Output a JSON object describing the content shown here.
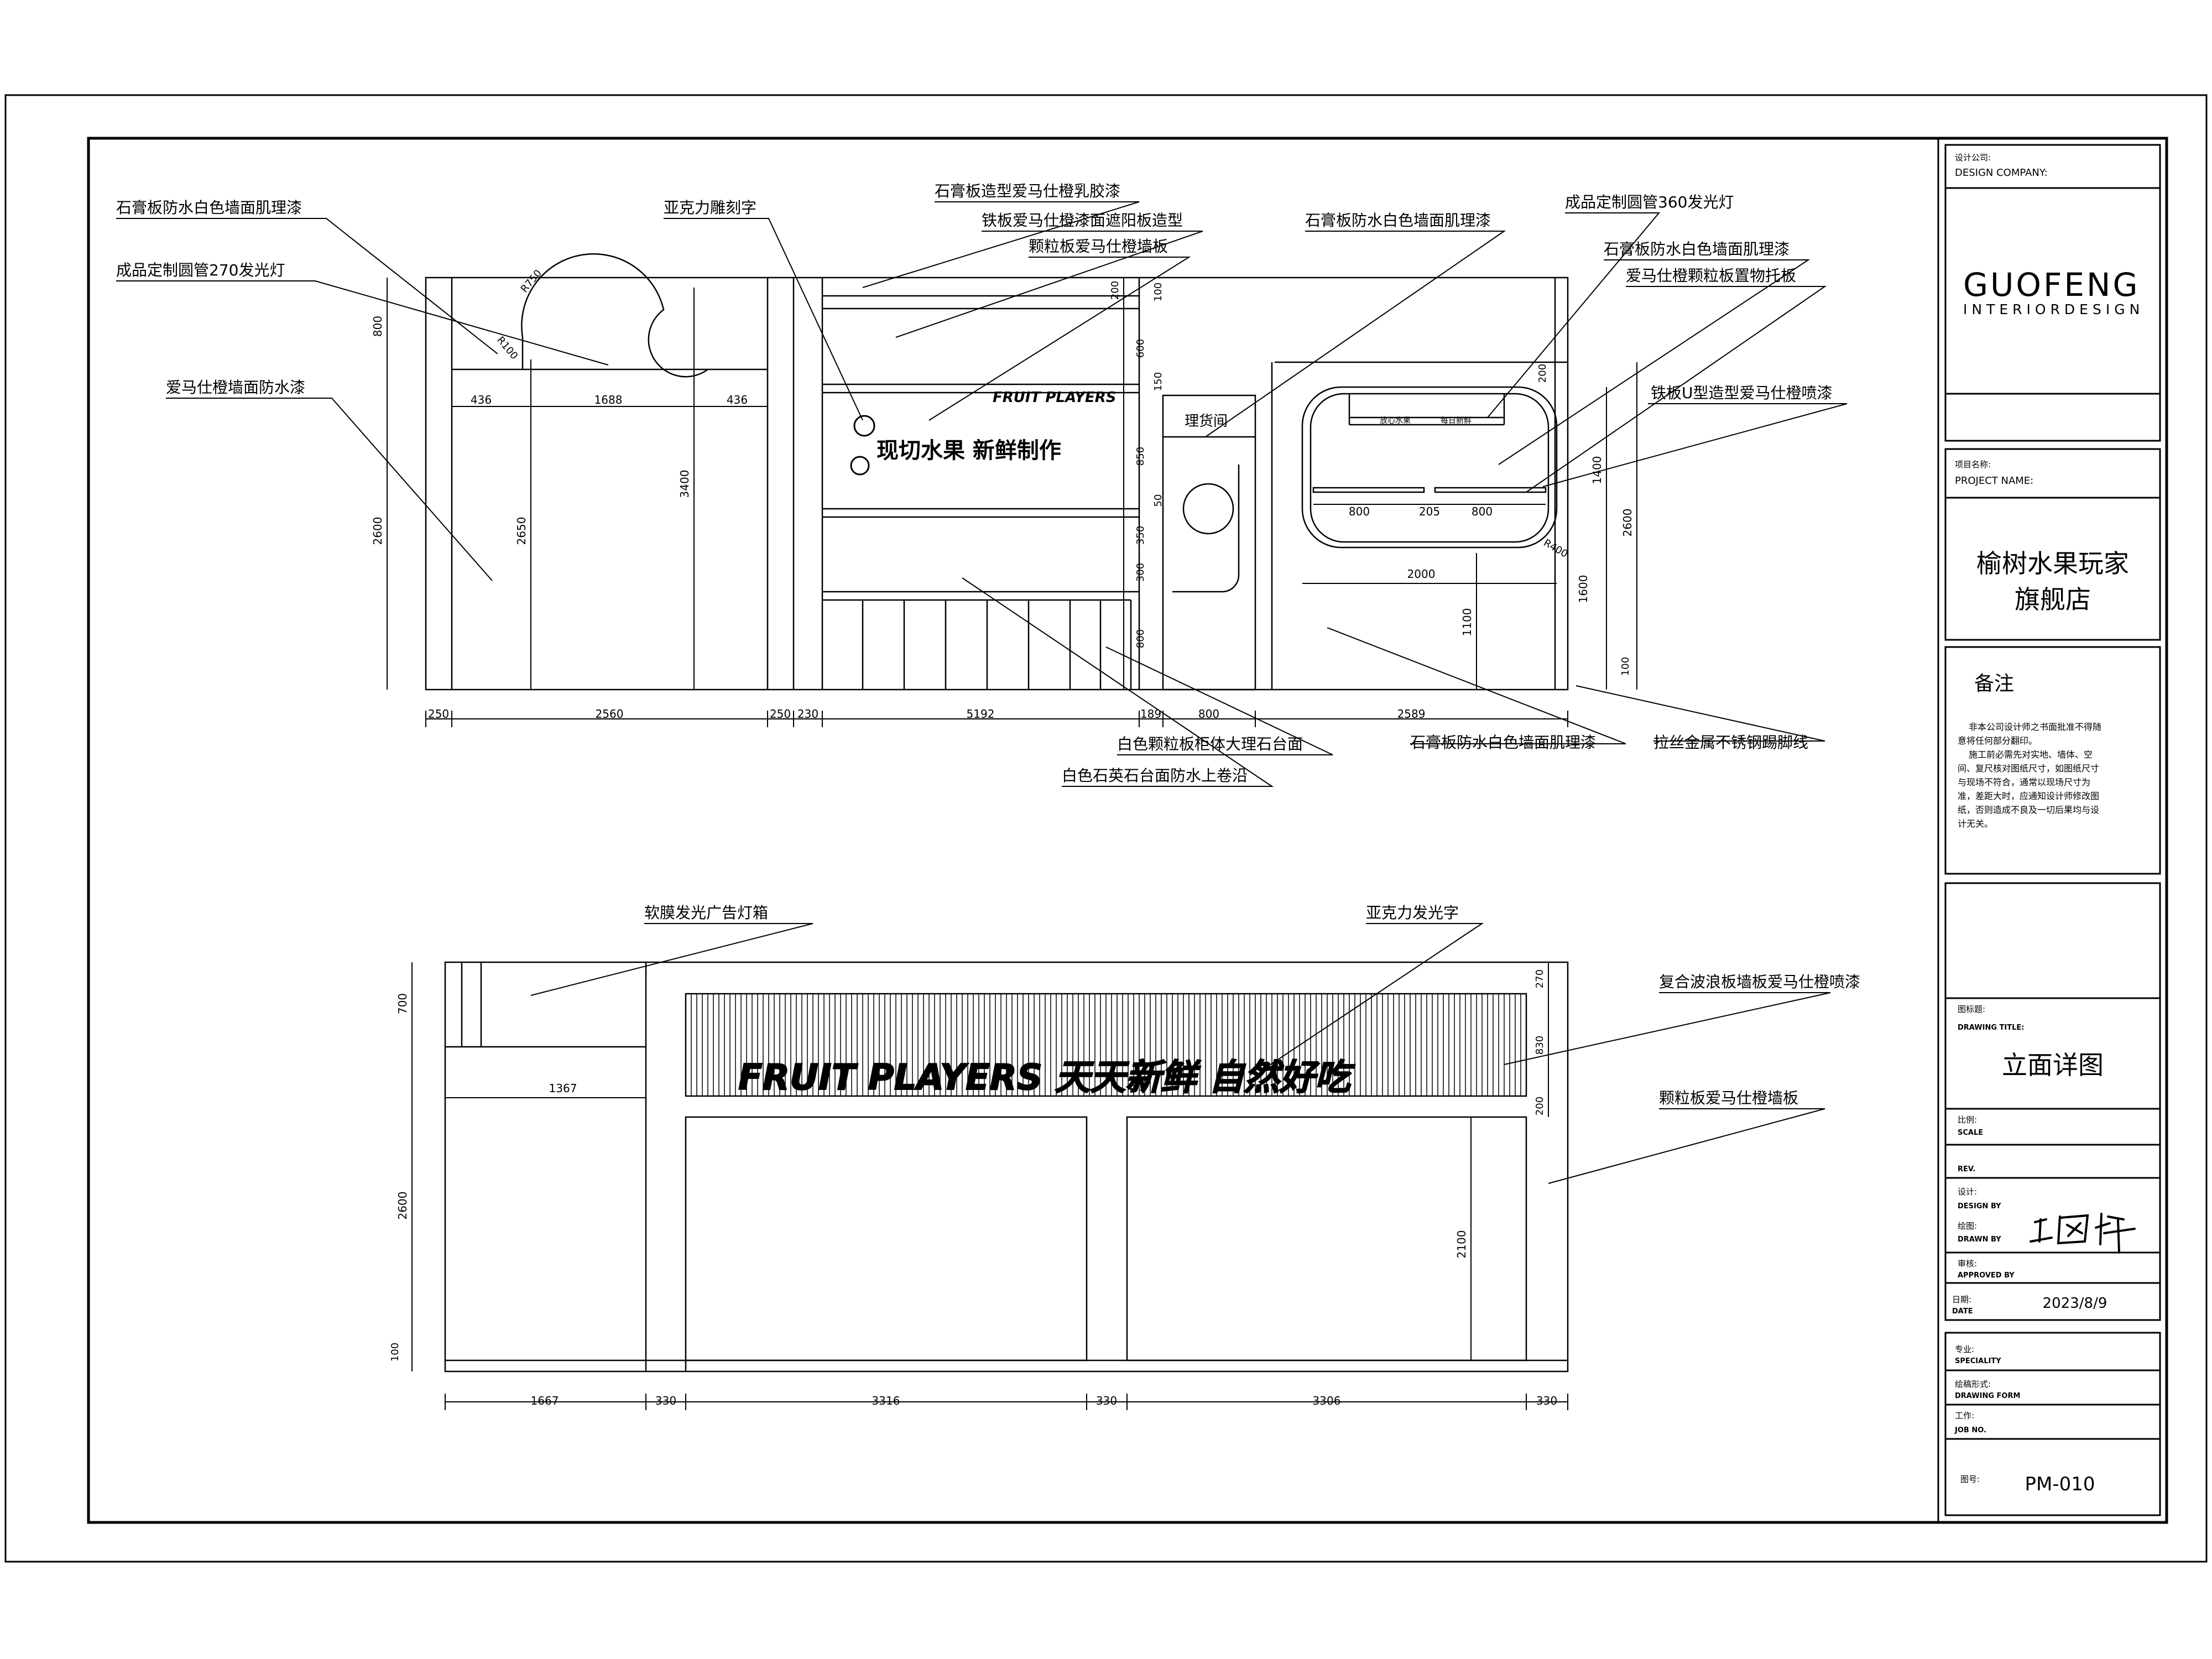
{
  "title_block": {
    "design_company_cn": "设计公司:",
    "design_company_en": "DESIGN COMPANY:",
    "logo_main": "GUOFENG",
    "logo_sub": "INTERIORDESIGN",
    "project_name_cn": "项目名称:",
    "project_name_en": "PROJECT NAME:",
    "project_title_line1": "榆树水果玩家",
    "project_title_line2": "旗舰店",
    "notes_heading": "备注",
    "notes_lines": [
      "非本公司设计师之书面批准不得随",
      "意将任何部分翻印。",
      "施工前必需先对实地、墙体、空",
      "间、复尺核对图纸尺寸，如图纸尺寸",
      "与现场不符合，通常以现场尺寸为",
      "准，差距大时，应通知设计师修改图",
      "纸，否则造成不良及一切后果均与设",
      "计无关。"
    ],
    "drawing_title_cn": "图标题:",
    "drawing_title_en": "DRAWING TITLE:",
    "drawing_title": "立面详图",
    "scale_cn": "比例:",
    "scale_en": "SCALE",
    "rev_en": "REV.",
    "design_cn": "设计:",
    "design_en": "DESIGN BY",
    "drawn_cn": "绘图:",
    "drawn_en": "DRAWN BY",
    "approved_cn": "审核:",
    "approved_en": "APPROVED BY",
    "date_cn": "日期:",
    "date_en": "DATE",
    "date_value": "2023/8/9",
    "specialty_cn": "专业:",
    "specialty_en": "SPECIALITY",
    "form_cn": "绘稿形式:",
    "form_en": "DRAWING FORM",
    "job_cn": "工作:",
    "job_en": "JOB NO.",
    "drawing_no_cn": "图号:",
    "drawing_no": "PM-010"
  },
  "elevation_top": {
    "callouts": [
      "石膏板防水白色墙面肌理漆",
      "成品定制圆管270发光灯",
      "爱马仕橙墙面防水漆",
      "亚克力雕刻字",
      "石膏板造型爱马仕橙乳胶漆",
      "铁板爱马仕橙漆面遮阳板造型",
      "颗粒板爱马仕橙墙板",
      "石膏板防水白色墙面肌理漆",
      "成品定制圆管360发光灯",
      "石膏板防水白色墙面肌理漆",
      "爱马仕橙颗粒板置物托板",
      "铁板U型造型爱马仕橙喷漆",
      "白色颗粒板柜体大理石台面",
      "白色石英石台面防水上卷沿",
      "石膏板防水白色墙面肌理漆",
      "拉丝金属不锈钢踢脚线"
    ],
    "signage_brand": "FRUIT PLAYERS",
    "signage_slogan": "现切水果 新鲜制作",
    "door_sign": "理货间",
    "window_sign_left": "放心水果",
    "window_sign_right": "每日新鲜",
    "bottom_dims": [
      "250",
      "2560",
      "250",
      "230",
      "5192",
      "189",
      "800",
      "2589"
    ],
    "arch_dims": [
      "436",
      "1688",
      "436"
    ],
    "radius_labels": [
      "R750",
      "R100",
      "R400"
    ],
    "left_vertical_dims": [
      "800",
      "2600"
    ],
    "inner_vertical_dims": [
      "2650",
      "3400"
    ],
    "counter_vertical_dims": [
      "200",
      "100",
      "600",
      "150",
      "850",
      "50",
      "350",
      "300",
      "800"
    ],
    "window_dims": [
      "200",
      "800",
      "205",
      "800",
      "2000",
      "1100"
    ],
    "right_vertical_dims": [
      "1400",
      "2600",
      "1600",
      "100"
    ]
  },
  "elevation_bottom": {
    "callouts": [
      "软膜发光广告灯箱",
      "亚克力发光字",
      "复合波浪板墙板爱马仕橙喷漆",
      "颗粒板爱马仕橙墙板"
    ],
    "signage_text": "FRUIT PLAYERS 天天新鲜 自然好吃",
    "bottom_dims": [
      "1667",
      "330",
      "3316",
      "330",
      "3306",
      "330"
    ],
    "left_vertical_dims": [
      "700",
      "2600",
      "100"
    ],
    "box_width": "1367",
    "right_vertical_dims": [
      "270",
      "830",
      "200",
      "2100"
    ]
  }
}
